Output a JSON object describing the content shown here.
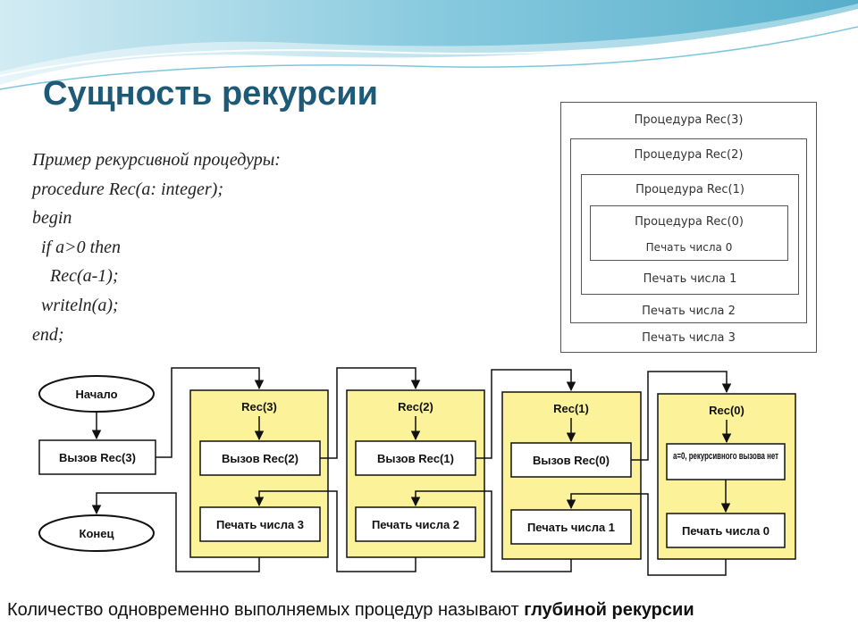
{
  "slide": {
    "title": "Сущность рекурсии",
    "code_lines": [
      "Пример рекурсивной процедуры:",
      "procedure Rec(a: integer);",
      "begin",
      "  if a>0 then",
      "    Rec(a-1);",
      "  writeln(a);",
      "end;"
    ],
    "footer_text": "Количество одновременно выполняемых процедур называют",
    "footer_bold": "глубиной рекурсии"
  },
  "nesting": {
    "procs": [
      "Процедура Rec(3)",
      "Процедура Rec(2)",
      "Процедура Rec(1)",
      "Процедура Rec(0)"
    ],
    "prints": [
      "Печать числа 0",
      "Печать числа 1",
      "Печать числа 2",
      "Печать числа 3"
    ]
  },
  "flowchart": {
    "start": "Начало",
    "call_main": "Вызов Rec(3)",
    "end": "Конец",
    "frames": [
      {
        "title": "Rec(3)",
        "top": "Вызов Rec(2)",
        "bottom": "Печать числа 3"
      },
      {
        "title": "Rec(2)",
        "top": "Вызов Rec(1)",
        "bottom": "Печать числа 2"
      },
      {
        "title": "Rec(1)",
        "top": "Вызов Rec(0)",
        "bottom": "Печать числа 1"
      },
      {
        "title": "Rec(0)",
        "top": "a=0, рекурсивного вызова нет",
        "bottom": "Печать числа 0"
      }
    ]
  },
  "colors": {
    "title": "#1d5a78",
    "frame_fill": "#fcf29a",
    "wave_dark": "#5fb3cd",
    "wave_light": "#a9dbe8"
  }
}
